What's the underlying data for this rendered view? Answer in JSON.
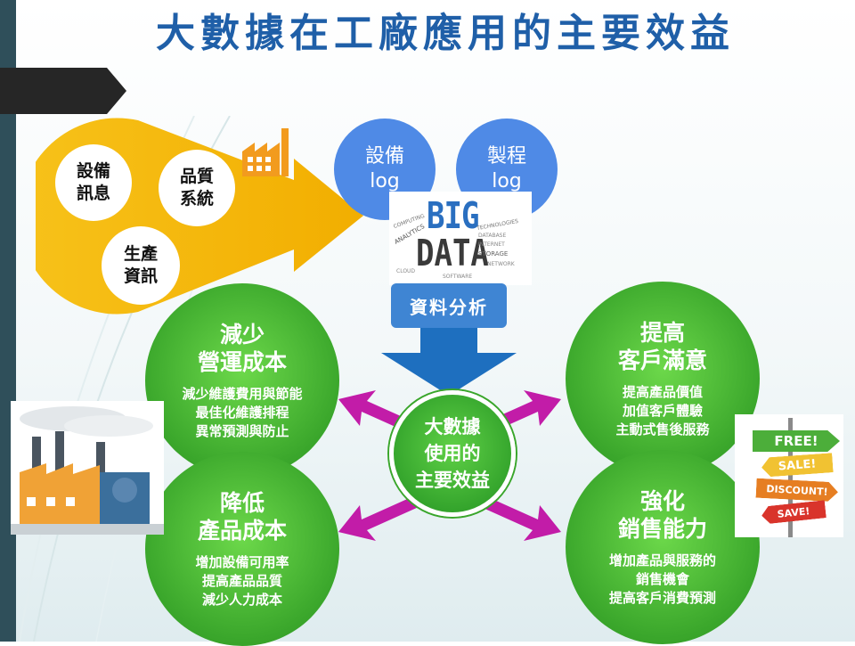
{
  "slide": {
    "title": "大數據在工廠應用的主要效益"
  },
  "sources": {
    "items": [
      "設備\n訊息",
      "品質\n系統",
      "生產\n資訊"
    ]
  },
  "logs": {
    "equipment": "設備\nlog",
    "process": "製程\nlog"
  },
  "bigdata_cloud": {
    "word1": "BIG",
    "word2": "DATA",
    "minor": [
      "COMPUTING",
      "ANALYTICS",
      "STORAGE",
      "TECHNOLOGIES",
      "DATABASE",
      "INTERNET",
      "CLOUD",
      "SOFTWARE",
      "NETWORK"
    ]
  },
  "analysis": {
    "label": "資料分析"
  },
  "center": {
    "label": "大數據\n使用的\n主要效益"
  },
  "benefits": {
    "reduce_ops_cost": {
      "title": "減少\n營運成本",
      "body": "減少維護費用與節能\n最佳化維護排程\n異常預測與防止"
    },
    "reduce_product_cost": {
      "title": "降低\n產品成本",
      "body": "增加設備可用率\n提高產品品質\n減少人力成本"
    },
    "improve_satisfaction": {
      "title": "提高\n客戶滿意",
      "body": "提高產品價值\n加值客戶體驗\n主動式售後服務"
    },
    "boost_sales": {
      "title": "強化\n銷售能力",
      "body": "增加產品與服務的\n銷售機會\n提高客戶消費預測"
    }
  },
  "signpost": {
    "labels": [
      "FREE!",
      "SALE!",
      "DISCOUNT!",
      "SAVE!"
    ]
  },
  "colors": {
    "title": "#1f5fa8",
    "green": "#3aa62b",
    "blue": "#4f8ae6",
    "yellow": "#f5b800",
    "arrow": "#c21ca8",
    "down_arrow": "#1e6fbf"
  }
}
